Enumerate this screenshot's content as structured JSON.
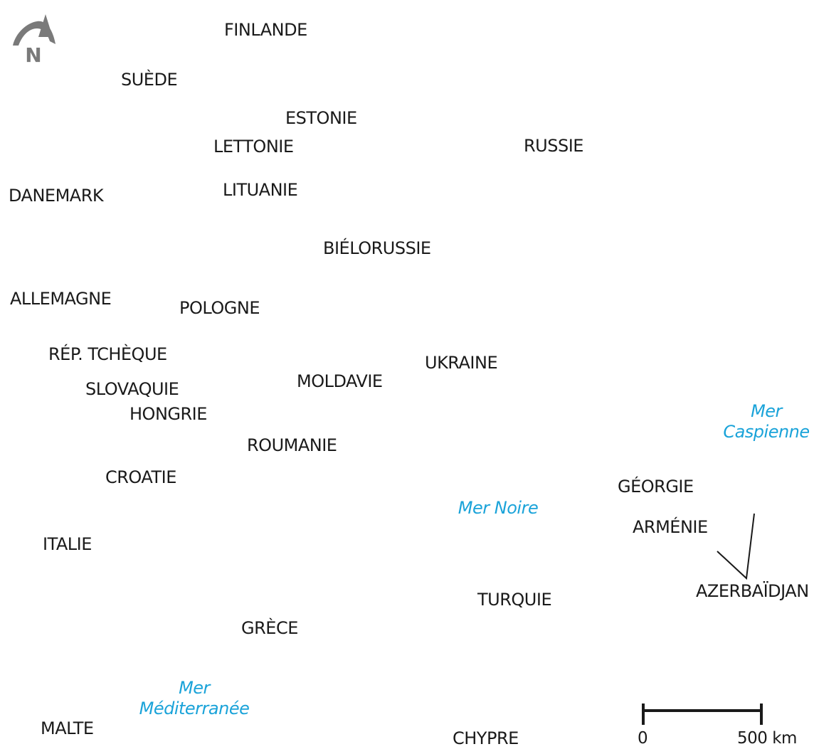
{
  "countries": {
    "finlande": "FINLANDE",
    "suede": "SUÈDE",
    "estonie": "ESTONIE",
    "lettonie": "LETTONIE",
    "russie": "RUSSIE",
    "danemark": "DANEMARK",
    "lituanie": "LITUANIE",
    "bielorussie": "BIÉLORUSSIE",
    "allemagne": "ALLEMAGNE",
    "pologne": "POLOGNE",
    "rep_tcheque": "RÉP. TCHÈQUE",
    "ukraine": "UKRAINE",
    "moldavie": "MOLDAVIE",
    "slovaquie": "SLOVAQUIE",
    "hongrie": "HONGRIE",
    "roumanie": "ROUMANIE",
    "croatie": "CROATIE",
    "georgie": "GÉORGIE",
    "armenie": "ARMÉNIE",
    "italie": "ITALIE",
    "azerbaidjan": "AZERBAÏDJAN",
    "turquie": "TURQUIE",
    "grece": "GRÈCE",
    "malte": "MALTE",
    "chypre": "CHYPRE"
  },
  "seas": {
    "caspienne": [
      "Mer",
      "Caspienne"
    ],
    "noire": "Mer Noire",
    "mediterranee": [
      "Mer",
      "Méditerranée"
    ]
  },
  "north_arrow": {
    "letter": "N",
    "icon": "north-arrow-icon"
  },
  "scale_bar": {
    "start_label": "0",
    "end_label": "500 km"
  },
  "colors": {
    "text": "#1a1a1a",
    "sea": "#1aa3d9",
    "north": "#7a7a7a",
    "line": "#1a1a1a"
  }
}
